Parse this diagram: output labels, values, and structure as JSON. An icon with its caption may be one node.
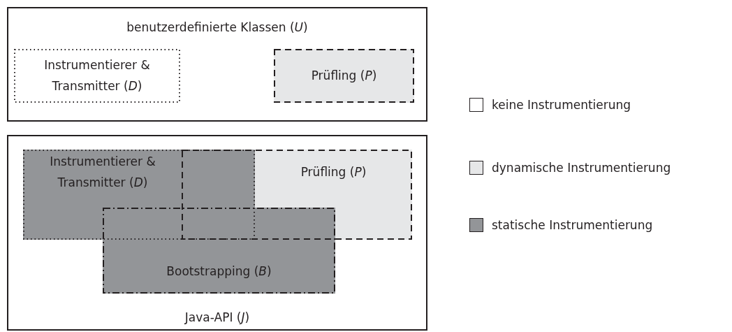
{
  "diagram": {
    "nodes": [
      {
        "text": [
          "benutzerdefinierte Klassen (*U*)"
        ]
      },
      {
        "text": [
          "Instrumentierer & Transmitter (*D*)"
        ],
        "in": 0
      },
      {
        "text": [
          "Prüfling (*P*)"
        ],
        "in": 0
      },
      {
        "text": [
          "Java-API (*J*)"
        ]
      },
      {
        "text": [
          "Instrumentierer & Transmitter (*D*)"
        ],
        "in": 3
      },
      {
        "text": [
          "Prüfling (*P*)"
        ],
        "in": 3
      },
      {
        "text": [
          "Bootstrapping (*B*)"
        ],
        "in": 3
      }
    ],
    "edges": [],
    "legend": [
      {
        "text": "keine Instrumentierung",
        "color": "#ffffff"
      },
      {
        "text": "dynamische Instrumentierung",
        "color": "#e6e7e8"
      },
      {
        "text": "statische Instrumentierung",
        "color": "#939598"
      }
    ]
  }
}
